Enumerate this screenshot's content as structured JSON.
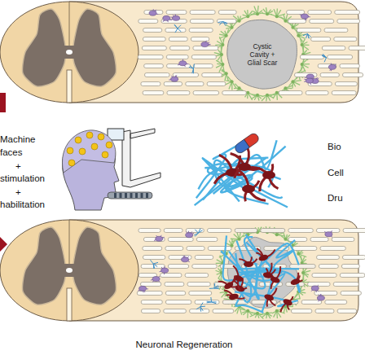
{
  "diagram": {
    "nodes": [
      {
        "text": [
          "Cystic Cavity + Glial Scar"
        ]
      }
    ],
    "labels": [
      "Machine",
      "faces",
      "+",
      "stimulation",
      "+",
      "habilitation",
      "Bio",
      "Cell",
      "Dru",
      "Neuronal Regeneration"
    ]
  }
}
